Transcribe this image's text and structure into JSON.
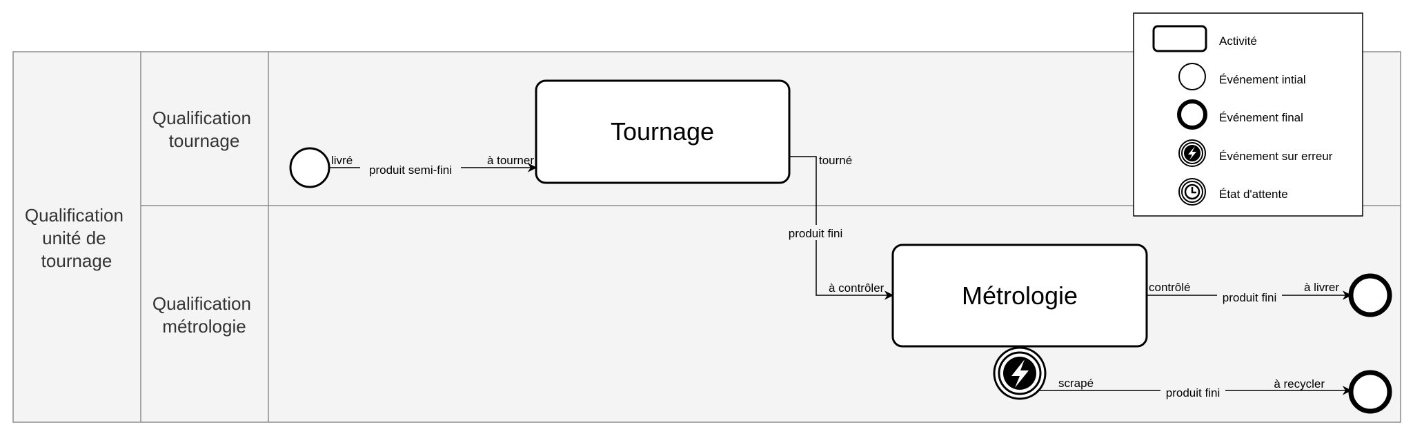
{
  "pool": {
    "label_lines": [
      "Qualification",
      "unité de",
      "tournage"
    ]
  },
  "lanes": [
    {
      "label_lines": [
        "Qualification",
        "tournage"
      ]
    },
    {
      "label_lines": [
        "Qualification",
        "métrologie"
      ]
    }
  ],
  "tasks": {
    "tournage": "Tournage",
    "metrologie": "Métrologie"
  },
  "edges": {
    "e1": {
      "source": "livré",
      "middle": "produit semi-fini",
      "target": "à tourner"
    },
    "e2": {
      "source": "tourné",
      "middle": "produit fini",
      "target": "à contrôler"
    },
    "e3": {
      "source": "contrôlé",
      "middle": "produit fini",
      "target": "à livrer"
    },
    "e4": {
      "source": "scrapé",
      "middle": "produit fini",
      "target": "à recycler"
    }
  },
  "legend": {
    "items": [
      {
        "icon": "activity-rect-icon",
        "label": "Activité"
      },
      {
        "icon": "start-event-icon",
        "label": "Événement intial"
      },
      {
        "icon": "end-event-icon",
        "label": "Événement final"
      },
      {
        "icon": "error-event-icon",
        "label": "Événement sur erreur"
      },
      {
        "icon": "timer-event-icon",
        "label": "État d'attente"
      }
    ]
  },
  "colors": {
    "pool_fill": "#f4f4f4",
    "pool_stroke": "#8c8c8c",
    "lane_text": "#333333",
    "stroke": "#000000"
  }
}
